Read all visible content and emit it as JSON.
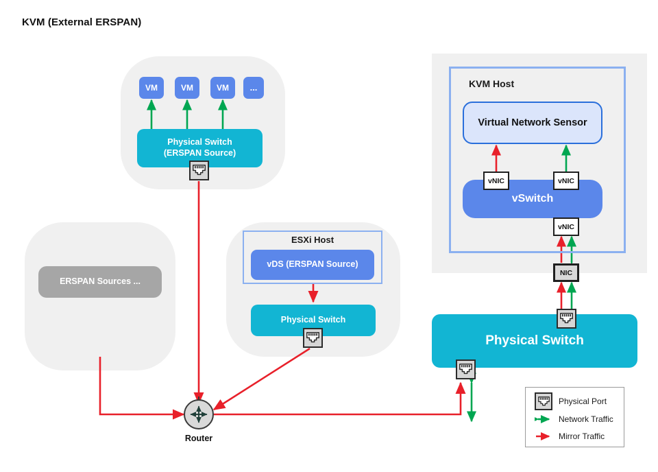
{
  "title": "KVM (External ERSPAN)",
  "colors": {
    "cyan": "#12b5d3",
    "blue": "#5b87ea",
    "sensor_fill": "#dbe5fb",
    "sensor_border": "#2a6fdb",
    "grey_box": "#a6a6a6",
    "group_bg": "#f0f0f0",
    "host_border": "#8bb0f0",
    "network_traffic": "#00a651",
    "mirror_traffic": "#e8202a",
    "nic_fill": "#ffffff",
    "nic_grey_fill": "#d9d9d9",
    "port_fill": "#d6d6d6",
    "router_fill": "#d9d9d9"
  },
  "kvm_source_group": {
    "vms": [
      {
        "label": "VM"
      },
      {
        "label": "VM"
      },
      {
        "label": "VM"
      },
      {
        "label": "..."
      }
    ],
    "switch": {
      "line1": "Physical Switch",
      "line2": "(ERSPAN Source)"
    },
    "port_icon": "physical-port-icon"
  },
  "erspan_sources_group": {
    "label": "ERSPAN Sources ..."
  },
  "esxi_group": {
    "host_label": "ESXi Host",
    "vds_label": "vDS (ERSPAN Source)",
    "switch_label": "Physical Switch",
    "port_icon": "physical-port-icon"
  },
  "router": {
    "label": "Router",
    "icon": "router-icon"
  },
  "kvm_host_group": {
    "host_label": "KVM Host",
    "sensor_label": "Virtual Network Sensor",
    "vswitch_label": "vSwitch",
    "vnics": [
      {
        "label": "vNIC",
        "position": "left-mirror"
      },
      {
        "label": "vNIC",
        "position": "right-network"
      },
      {
        "label": "vNIC",
        "position": "uplink"
      }
    ],
    "nic_label": "NIC"
  },
  "bottom_switch": {
    "label": "Physical Switch",
    "port_icon_top": "physical-port-icon",
    "port_icon_left": "physical-port-icon"
  },
  "legend": {
    "items": [
      {
        "label": "Physical Port",
        "symbol": "physical-port-icon"
      },
      {
        "label": "Network Traffic",
        "symbol": "green-double-arrow"
      },
      {
        "label": "Mirror Traffic",
        "symbol": "red-single-arrow"
      }
    ]
  }
}
